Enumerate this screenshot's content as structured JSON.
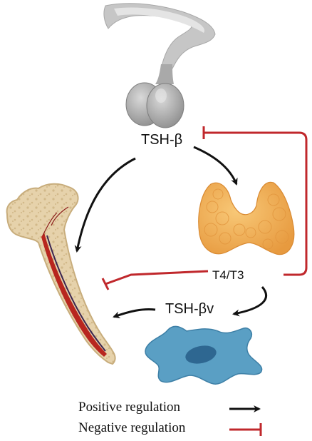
{
  "labels": {
    "tsh_beta": "TSH-β",
    "t4_t3": "T4/T3",
    "tsh_beta_v": "TSH-βv"
  },
  "legend": {
    "positive": "Positive regulation",
    "negative": "Negative regulation"
  },
  "colors": {
    "positive_arrow": "#111111",
    "negative_arrow": "#c0282c",
    "pituitary": "#b9b9b9",
    "thyroid": "#f2b256",
    "bone": "#e9d6b0",
    "marrow": "#b8261f",
    "immune_cell": "#5a9fc4"
  },
  "icons": [
    "pituitary-gland-icon",
    "thyroid-gland-icon",
    "femur-bone-icon",
    "immune-cell-icon"
  ]
}
